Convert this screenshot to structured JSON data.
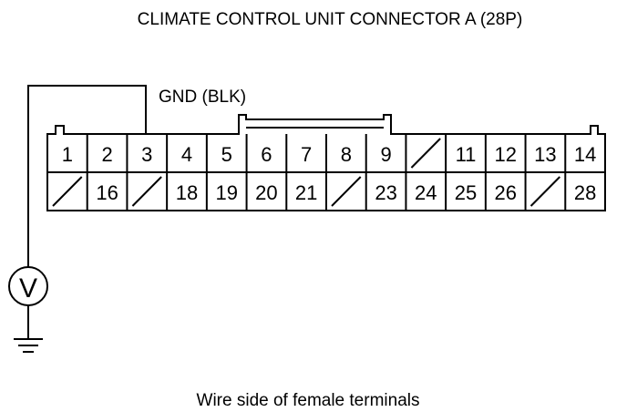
{
  "title": "CLIMATE CONTROL UNIT CONNECTOR A (28P)",
  "probe_label": "GND (BLK)",
  "caption": "Wire side of female terminals",
  "meter_symbol": "V",
  "connector": {
    "top_row": [
      {
        "label": "1"
      },
      {
        "label": "2"
      },
      {
        "label": "3"
      },
      {
        "label": "4"
      },
      {
        "label": "5"
      },
      {
        "label": "6"
      },
      {
        "label": "7"
      },
      {
        "label": "8"
      },
      {
        "label": "9"
      },
      {
        "label": ""
      },
      {
        "label": "11"
      },
      {
        "label": "12"
      },
      {
        "label": "13"
      },
      {
        "label": "14"
      }
    ],
    "bottom_row": [
      {
        "label": ""
      },
      {
        "label": "16"
      },
      {
        "label": ""
      },
      {
        "label": "18"
      },
      {
        "label": "19"
      },
      {
        "label": "20"
      },
      {
        "label": "21"
      },
      {
        "label": ""
      },
      {
        "label": "23"
      },
      {
        "label": "24"
      },
      {
        "label": "25"
      },
      {
        "label": "26"
      },
      {
        "label": ""
      },
      {
        "label": "28"
      }
    ]
  },
  "colors": {
    "line": "#000000",
    "background": "#ffffff"
  }
}
